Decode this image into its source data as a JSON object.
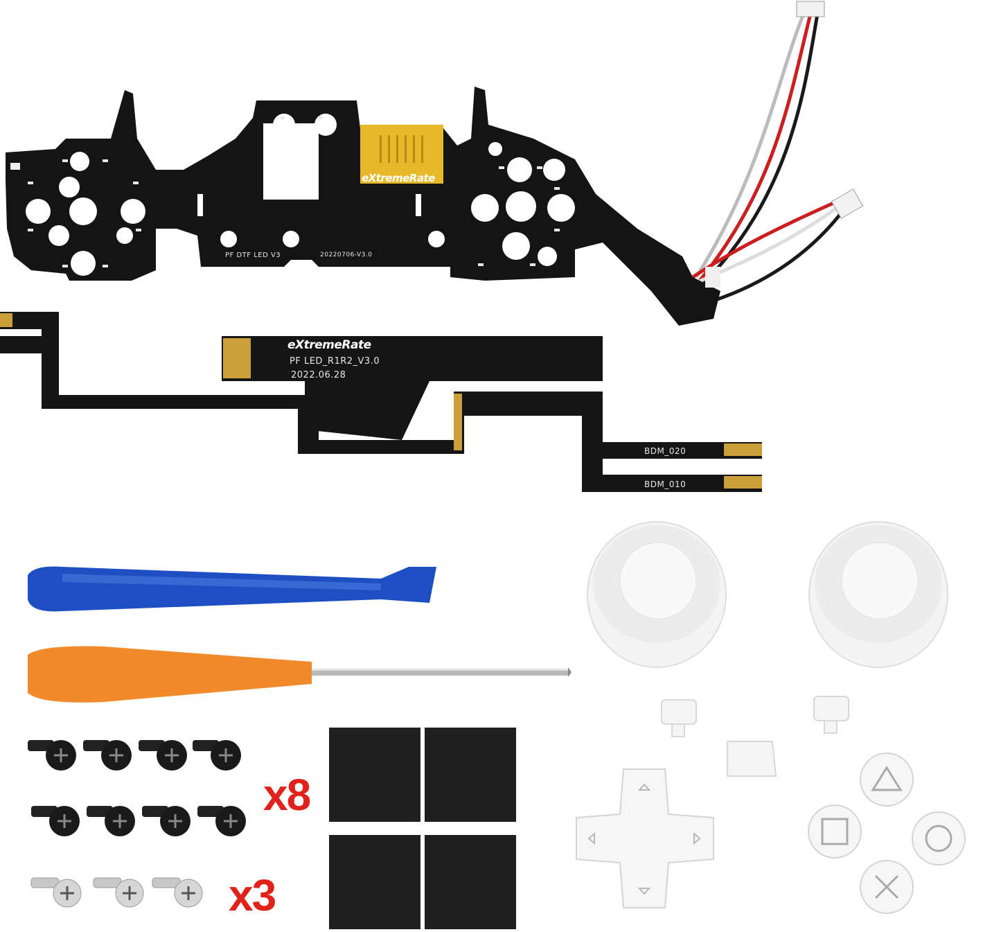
{
  "main_board": {
    "brand": "eXtremeRate",
    "model_label": "PF DTF LED V3",
    "version_label": "20220706-V3.0"
  },
  "flex_cable": {
    "brand": "eXtremeRate",
    "model_label": "PF LED_R1R2_V3.0",
    "date_label": "2022.06.28",
    "connector_a_label": "BDM_020",
    "connector_b_label": "BDM_010"
  },
  "screws_black_qty": "x8",
  "screws_silver_qty": "x3",
  "colors": {
    "pcb": "#141414",
    "pry_tool": "#1d4fc2",
    "screwdriver_handle": "#f08a2a",
    "qty_text": "#e0221b",
    "pads": "#1f1f1f"
  }
}
